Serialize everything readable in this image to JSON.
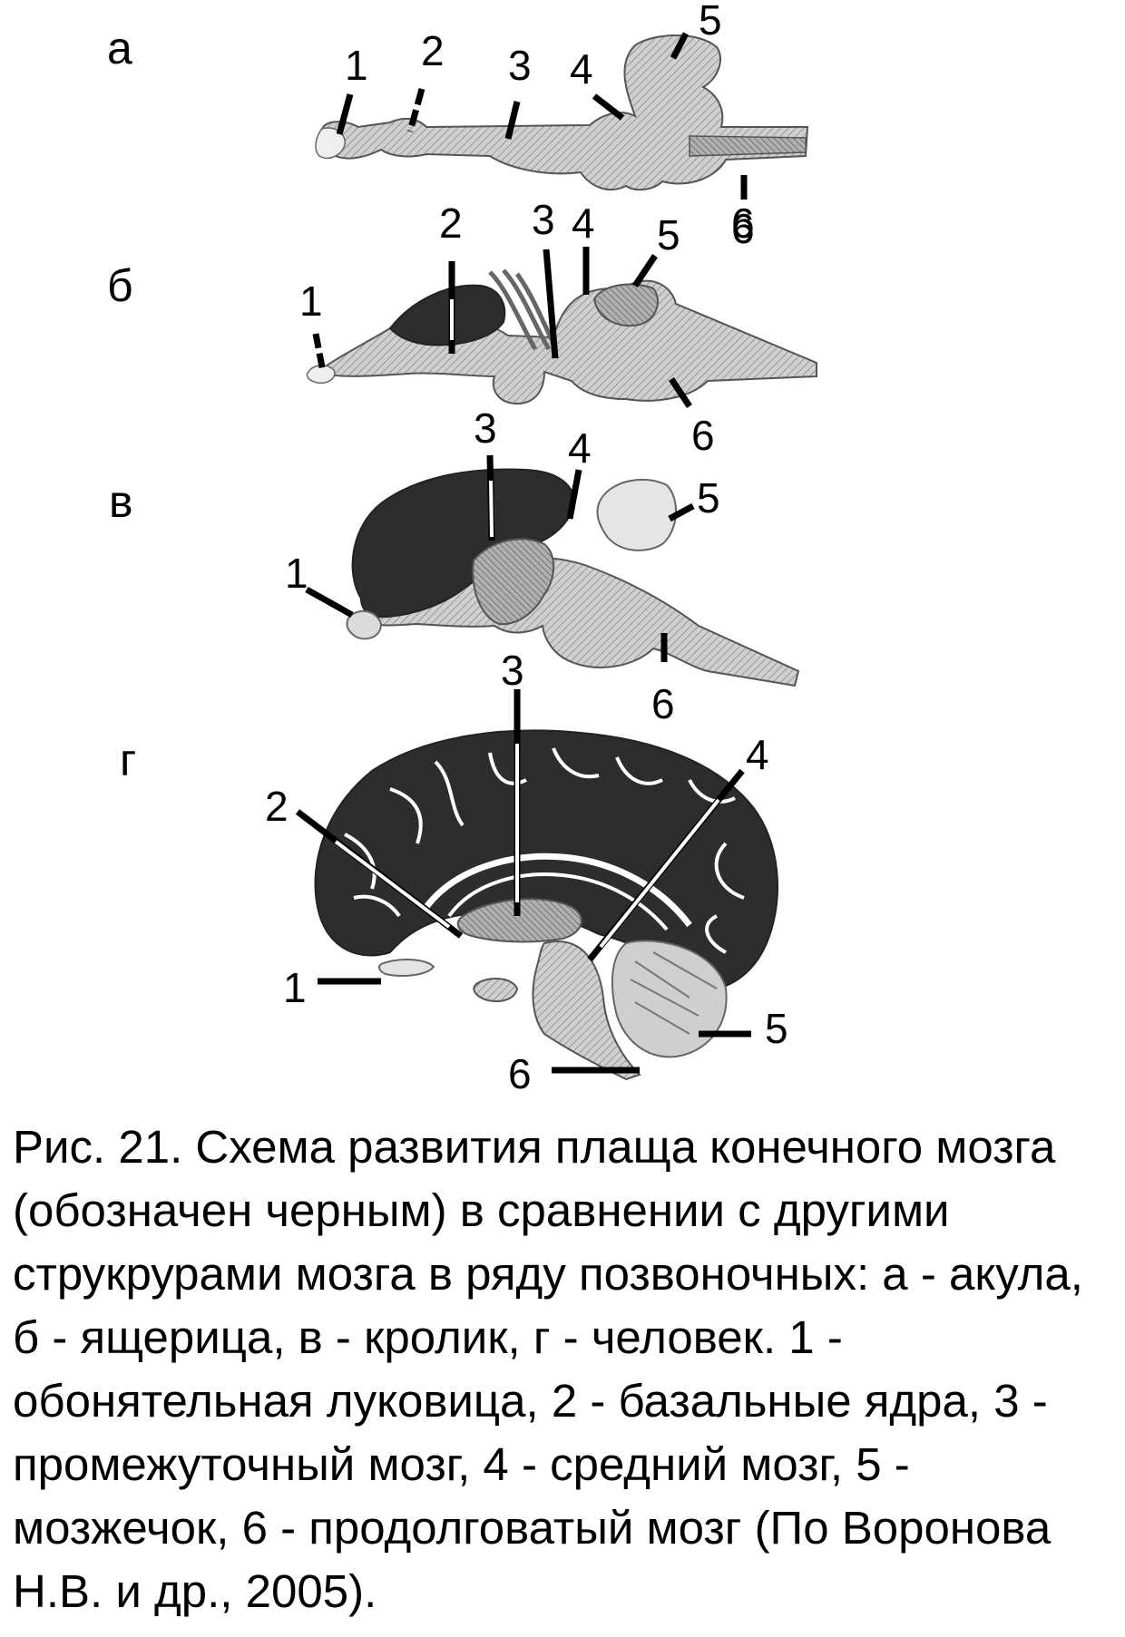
{
  "panels": {
    "a": {
      "letter": "а"
    },
    "b": {
      "letter": "б"
    },
    "c": {
      "letter": "в"
    },
    "d": {
      "letter": "г"
    }
  },
  "numbers": [
    "1",
    "2",
    "3",
    "4",
    "5",
    "6"
  ],
  "colors": {
    "pallium": "#2d2d2d",
    "other_structures": "#c9c9c9",
    "label_line": "#000000"
  },
  "caption": "Рис. 21. Схема развития плаща конечного мозга (обозначен черным) в сравнении с другими струкрурами мозга в ряду позвоночных: а - акула, б - ящерица, в - кролик, г - человек. 1 - обонятельная луковица, 2 - базальные ядра, 3 - промежуточный мозг, 4 - средний мозг, 5 - мозжечок, 6 - продолговатый мозг (По Воронова Н.В. и др., 2005)."
}
